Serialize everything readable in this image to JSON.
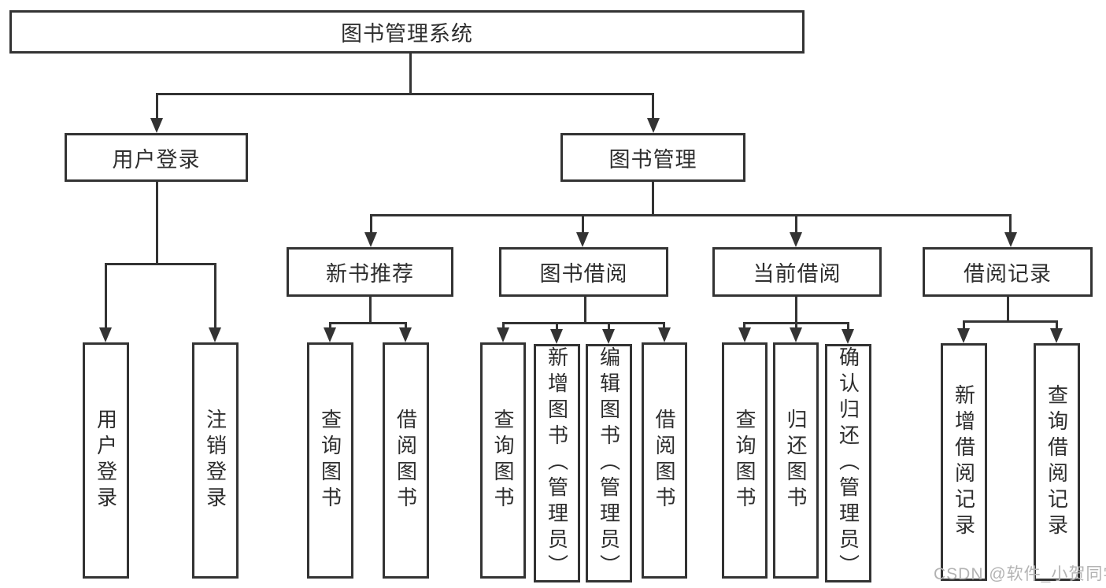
{
  "colors": {
    "line": "#333333",
    "box-bg": "#ffffff",
    "text": "#2e2e2e",
    "watermark": "#b3b3b3"
  },
  "watermark": {
    "text": "CSDN @软件_小贺同学"
  },
  "tree": {
    "root": {
      "label": "图书管理系统"
    },
    "children": [
      {
        "label": "用户登录",
        "children": [
          {
            "label": "用户登录"
          },
          {
            "label": "注销登录"
          }
        ]
      },
      {
        "label": "图书管理",
        "children": [
          {
            "label": "新书推荐",
            "children": [
              {
                "label": "查询图书"
              },
              {
                "label": "借阅图书"
              }
            ]
          },
          {
            "label": "图书借阅",
            "children": [
              {
                "label": "查询图书"
              },
              {
                "label": "新增图书（管理员）"
              },
              {
                "label": "编辑图书（管理员）"
              },
              {
                "label": "借阅图书"
              }
            ]
          },
          {
            "label": "当前借阅",
            "children": [
              {
                "label": "查询图书"
              },
              {
                "label": "归还图书"
              },
              {
                "label": "确认归还（管理员）"
              }
            ]
          },
          {
            "label": "借阅记录",
            "children": [
              {
                "label": "新增借阅记录"
              },
              {
                "label": "查询借阅记录"
              }
            ]
          }
        ]
      }
    ]
  }
}
